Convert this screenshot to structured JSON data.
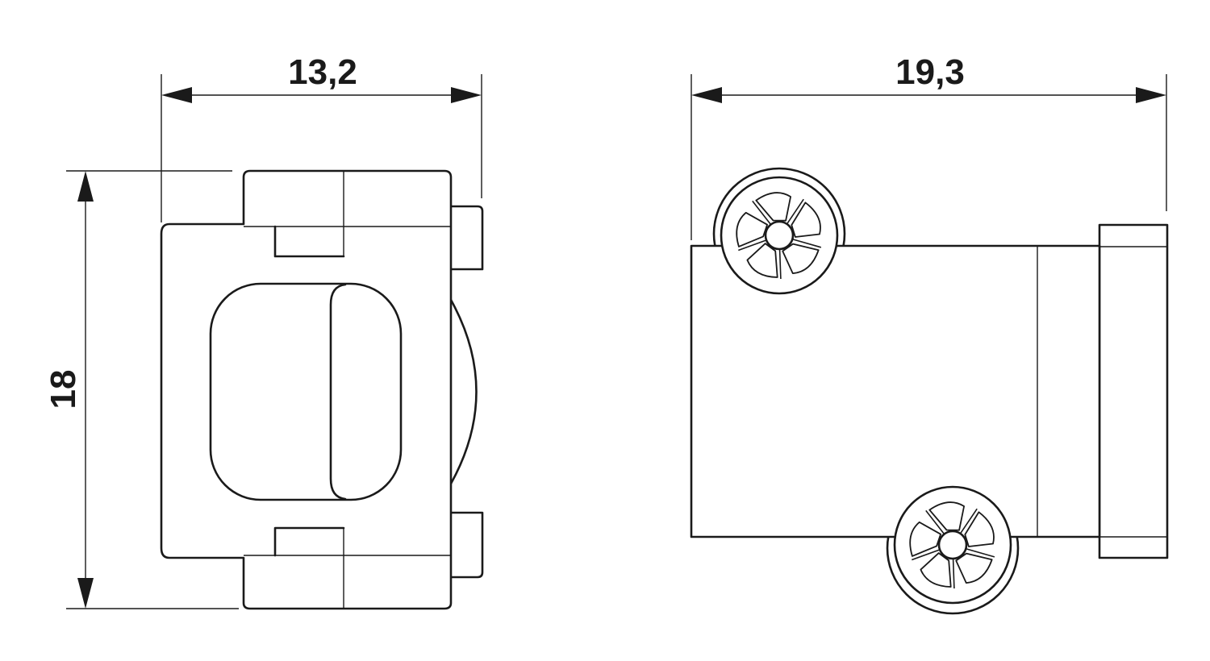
{
  "dimensions": {
    "front_width": "13,2",
    "front_height": "18",
    "side_width": "19,3"
  }
}
